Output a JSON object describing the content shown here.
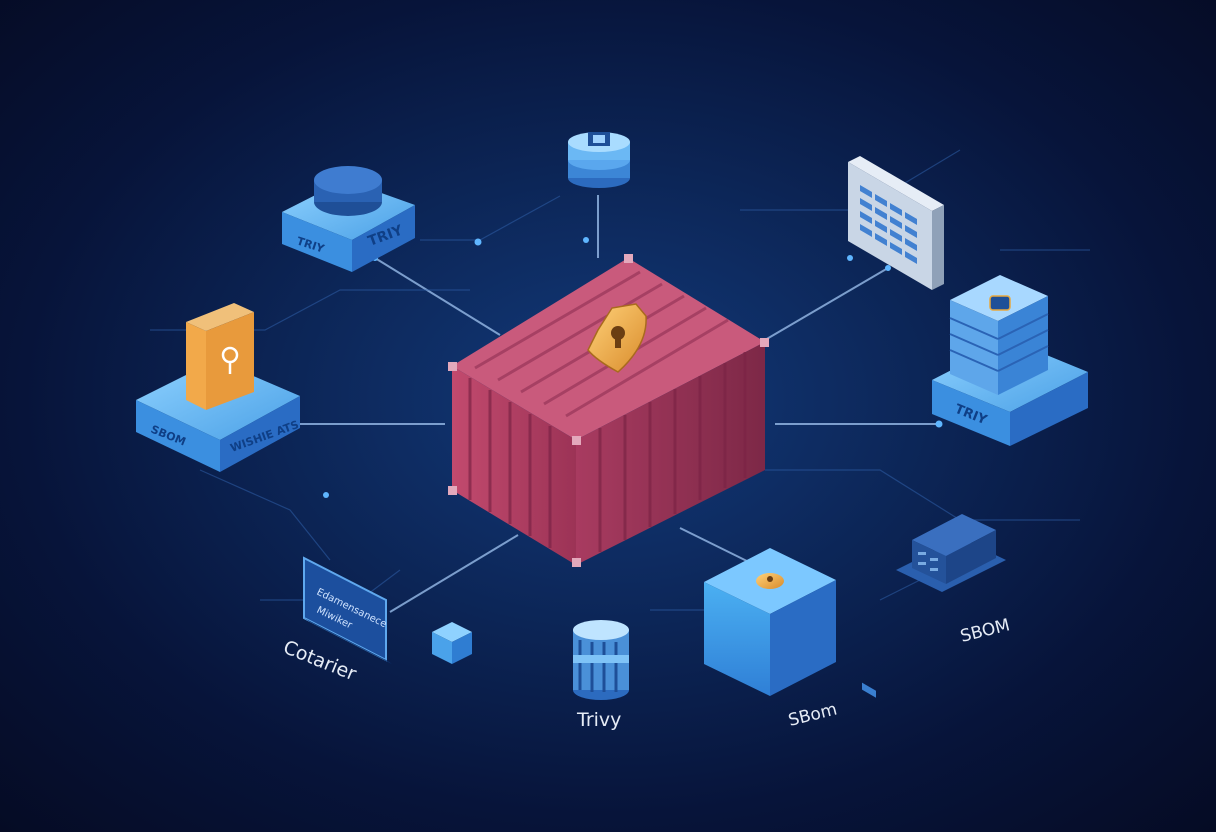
{
  "colors": {
    "background": "#07143a",
    "line": "#8fb3e0",
    "node_blue": "#4aa8ec",
    "container_red": "#b23f62",
    "accent_gold": "#e8a83e",
    "label_text": "#e6ecf6"
  },
  "labels": {
    "trivy_top_left_a": "TRIY",
    "trivy_top_left_b": "TRIY",
    "sbom_left": "SBOM",
    "vuln_left": "WISHIE ATS",
    "trivy_right": "TRIY",
    "container_label": "Cotarier",
    "trivy_bottom": "Trivy",
    "sbom_bottom": "SBom",
    "sbom_right": "SBOM",
    "screen_line_1": "Edamensanece",
    "screen_line_2": "Miwiker"
  },
  "icons": [
    "shield-lock-icon",
    "database-icon",
    "document-icon",
    "server-rack-icon",
    "cube-icon",
    "lock-icon"
  ]
}
